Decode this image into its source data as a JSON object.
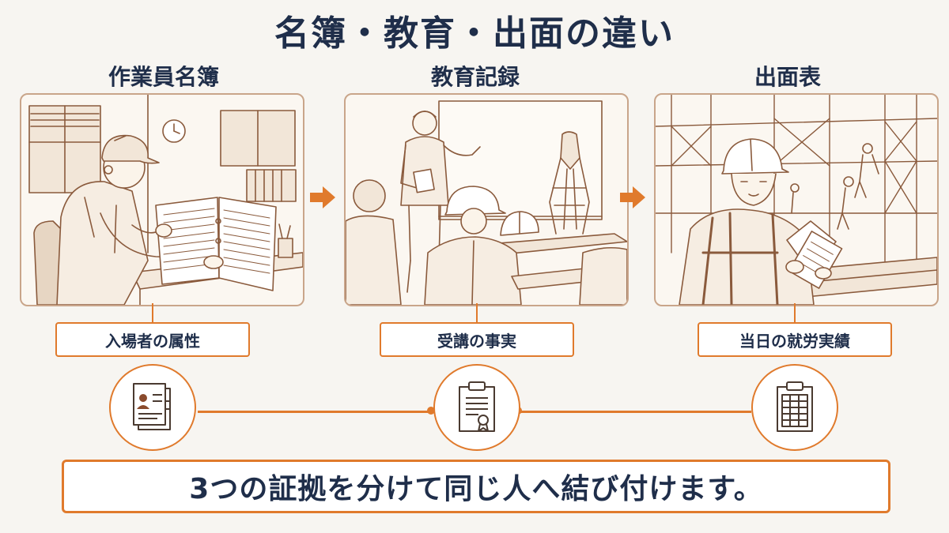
{
  "title": "名簿・教育・出面の違い",
  "columns": [
    {
      "heading": "作業員名簿",
      "label": "入場者の属性",
      "icon": "id-document-icon"
    },
    {
      "heading": "教育記録",
      "label": "受講の事実",
      "icon": "certificate-clipboard-icon"
    },
    {
      "heading": "出面表",
      "label": "当日の就労実績",
      "icon": "table-clipboard-icon"
    }
  ],
  "summary": "3つの証拠を分けて同じ人へ結び付けます。",
  "colors": {
    "accent": "#e07a2c",
    "heading": "#1f2e4a",
    "sketch": "#8a5a3c"
  }
}
